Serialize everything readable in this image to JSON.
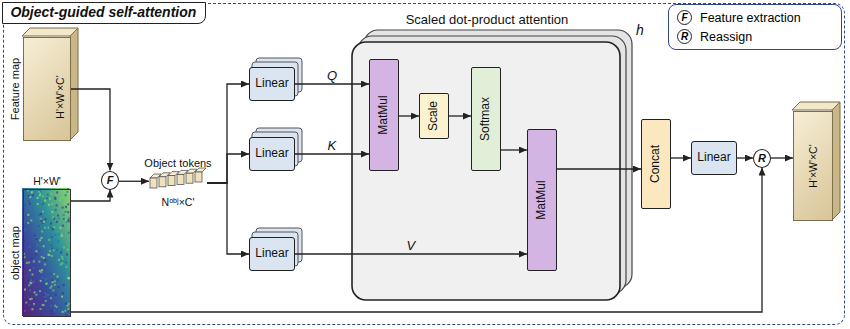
{
  "diagram": {
    "nodes": [
      {
        "text": [
          "Object-guided self-attention"
        ]
      },
      {
        "text": [
          "Feature map",
          "H'×W'×C'"
        ],
        "in": 0
      },
      {
        "text": [
          "object map",
          "H'×W'"
        ],
        "in": 0
      },
      {
        "text": [
          "F"
        ],
        "in": 0
      },
      {
        "text": [
          "Object tokens",
          "Nᵒᵇʲ×C'"
        ],
        "in": 0
      },
      {
        "text": [
          "Linear"
        ],
        "in": 0
      },
      {
        "text": [
          "Linear"
        ],
        "in": 0
      },
      {
        "text": [
          "Linear"
        ],
        "in": 0
      },
      {
        "text": [
          "Scaled dot-product attention"
        ],
        "in": 0
      },
      {
        "text": [
          "MatMul"
        ],
        "in": 8
      },
      {
        "text": [
          "Scale"
        ],
        "in": 8
      },
      {
        "text": [
          "Softmax"
        ],
        "in": 8
      },
      {
        "text": [
          "MatMul"
        ],
        "in": 8
      },
      {
        "text": [
          "Concat"
        ],
        "in": 0
      },
      {
        "text": [
          "Linear"
        ],
        "in": 0
      },
      {
        "text": [
          "R"
        ],
        "in": 0
      },
      {
        "text": [
          "H'×W'×C'"
        ],
        "in": 0
      }
    ],
    "edges": [
      {
        "from": 1,
        "to": 3,
        "arrow": "to"
      },
      {
        "from": 2,
        "to": 3,
        "arrow": "to"
      },
      {
        "from": 3,
        "to": 4,
        "arrow": "to"
      },
      {
        "from": 4,
        "to": 5,
        "arrow": "to"
      },
      {
        "from": 4,
        "to": 6,
        "arrow": "to"
      },
      {
        "from": 4,
        "to": 7,
        "arrow": "to"
      },
      {
        "from": 5,
        "to": 9,
        "label": "Q",
        "arrow": "to"
      },
      {
        "from": 6,
        "to": 9,
        "label": "K",
        "arrow": "to"
      },
      {
        "from": 9,
        "to": 10,
        "arrow": "to"
      },
      {
        "from": 10,
        "to": 11,
        "arrow": "to"
      },
      {
        "from": 11,
        "to": 12,
        "arrow": "to"
      },
      {
        "from": 7,
        "to": 12,
        "label": "V",
        "arrow": "to"
      },
      {
        "from": 12,
        "to": 13,
        "arrow": "to"
      },
      {
        "from": 13,
        "to": 14,
        "arrow": "to"
      },
      {
        "from": 14,
        "to": 15,
        "arrow": "to"
      },
      {
        "from": 2,
        "to": 15,
        "arrow": "to"
      },
      {
        "from": 15,
        "to": 16,
        "arrow": "to"
      }
    ],
    "labels": [
      "h",
      "F",
      "R"
    ],
    "legend": [
      {
        "text": "Feature extraction"
      },
      {
        "text": "Reassign"
      }
    ]
  }
}
